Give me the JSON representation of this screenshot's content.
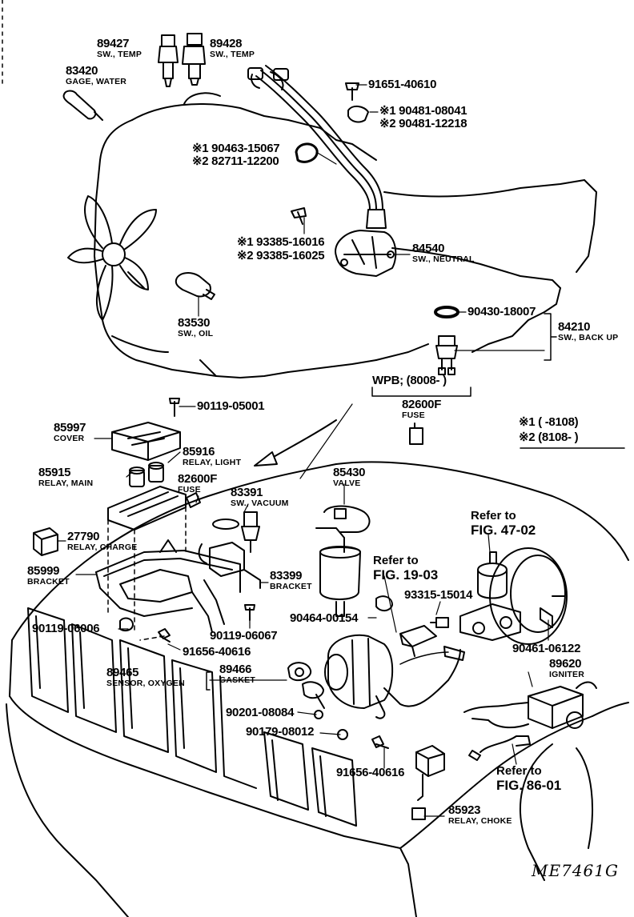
{
  "diagram": {
    "parts": [
      {
        "no": "89427",
        "name": "SW., TEMP"
      },
      {
        "no": "89428",
        "name": "SW., TEMP"
      },
      {
        "no": "83420",
        "name": "GAGE, WATER"
      },
      {
        "no": "91651-40610",
        "name": ""
      },
      {
        "no": "※1 90481-08041",
        "name": ""
      },
      {
        "no": "※2 90481-12218",
        "name": ""
      },
      {
        "no": "※1 90463-15067",
        "name": ""
      },
      {
        "no": "※2 82711-12200",
        "name": ""
      },
      {
        "no": "※1 93385-16016",
        "name": ""
      },
      {
        "no": "※2 93385-16025",
        "name": ""
      },
      {
        "no": "84540",
        "name": "SW., NEUTRAL"
      },
      {
        "no": "83530",
        "name": "SW., OIL"
      },
      {
        "no": "90430-18007",
        "name": ""
      },
      {
        "no": "84210",
        "name": "SW., BACK UP"
      },
      {
        "no": "82600F",
        "name": "FUSE"
      },
      {
        "no": "90119-05001",
        "name": ""
      },
      {
        "no": "85997",
        "name": "COVER"
      },
      {
        "no": "85916",
        "name": "RELAY, LIGHT"
      },
      {
        "no": "85915",
        "name": "RELAY, MAIN"
      },
      {
        "no": "82600F",
        "name": "FUSE"
      },
      {
        "no": "83391",
        "name": "SW., VACUUM"
      },
      {
        "no": "85430",
        "name": "VALVE"
      },
      {
        "no": "27790",
        "name": "RELAY, CHARGE"
      },
      {
        "no": "85999",
        "name": "BRACKET"
      },
      {
        "no": "83399",
        "name": "BRACKET"
      },
      {
        "no": "93315-15014",
        "name": ""
      },
      {
        "no": "90464-00154",
        "name": ""
      },
      {
        "no": "90119-06006",
        "name": ""
      },
      {
        "no": "90119-06067",
        "name": ""
      },
      {
        "no": "91656-40616",
        "name": ""
      },
      {
        "no": "90461-06122",
        "name": ""
      },
      {
        "no": "89620",
        "name": "IGNITER"
      },
      {
        "no": "89465",
        "name": "SENSOR, OXYGEN"
      },
      {
        "no": "89466",
        "name": "GASKET"
      },
      {
        "no": "90201-08084",
        "name": ""
      },
      {
        "no": "90179-08012",
        "name": ""
      },
      {
        "no": "91656-40616",
        "name": ""
      },
      {
        "no": "85923",
        "name": "RELAY, CHOKE"
      }
    ],
    "refs": [
      {
        "l1": "Refer to",
        "l2": "FIG. 47-02"
      },
      {
        "l1": "Refer to",
        "l2": "FIG. 19-03"
      },
      {
        "l1": "Refer to",
        "l2": "FIG. 86-01"
      }
    ],
    "wpb": "WPB; (8008-          )",
    "legend": [
      "※1 (        -8108)",
      "※2 (8108-        )"
    ],
    "drawing_code": "ME7461G"
  }
}
